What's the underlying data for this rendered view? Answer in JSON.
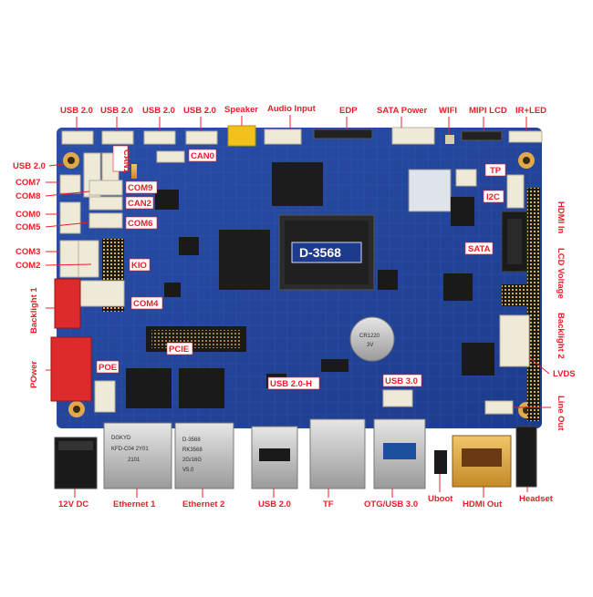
{
  "board": {
    "chip_label": "D-3568",
    "ethernet1_silk": [
      "DGKYD",
      "KFD-C04 2Y01",
      "2101"
    ],
    "ethernet2_silk": [
      "D-3568",
      "RK3568",
      "2G/16G",
      "V5.0"
    ],
    "rtc_battery_silk": [
      "CR1220",
      "3V"
    ]
  },
  "labels": {
    "usb1": "USB 2.0",
    "usb2": "USB 2.0",
    "usb3": "USB 2.0",
    "usb4": "USB 2.0",
    "speaker": "Speaker",
    "audio_input": "Audio Input",
    "edp": "EDP",
    "sata_power": "SATA Power",
    "wifi": "WIFI",
    "mipi_lcd": "MIPI LCD",
    "ir_led": "IR+LED",
    "usb_left": "USB 2.0",
    "can1": "CAN1",
    "can0": "CAN0",
    "com7": "COM7",
    "com8": "COM8",
    "com9": "COM9",
    "can2": "CAN2",
    "com0": "COM0",
    "com5": "COM5",
    "com6": "COM6",
    "com3": "COM3",
    "com2": "COM2",
    "kio": "KIO",
    "com4": "COM4",
    "backlight1": "Backlight 1",
    "power": "POwer",
    "poe": "POE",
    "pcie": "PCIE",
    "usb20h": "USB 2.0-H",
    "usb30": "USB 3.0",
    "tp": "TP",
    "i2c": "I2C",
    "hdmi_in": "HDMI In",
    "sata": "SATA",
    "lcd_voltage": "LCD Voltage",
    "backlight2": "Backlight 2",
    "lvds": "LVDS",
    "line_out": "Line Out",
    "dc12v": "12V DC",
    "ethernet1": "Ethernet 1",
    "ethernet2": "Ethernet 2",
    "usb_bottom": "USB 2.0",
    "tf": "TF",
    "otg": "OTG/USB 3.0",
    "uboot": "Uboot",
    "hdmi_out": "HDMI Out",
    "headset": "Headset"
  }
}
